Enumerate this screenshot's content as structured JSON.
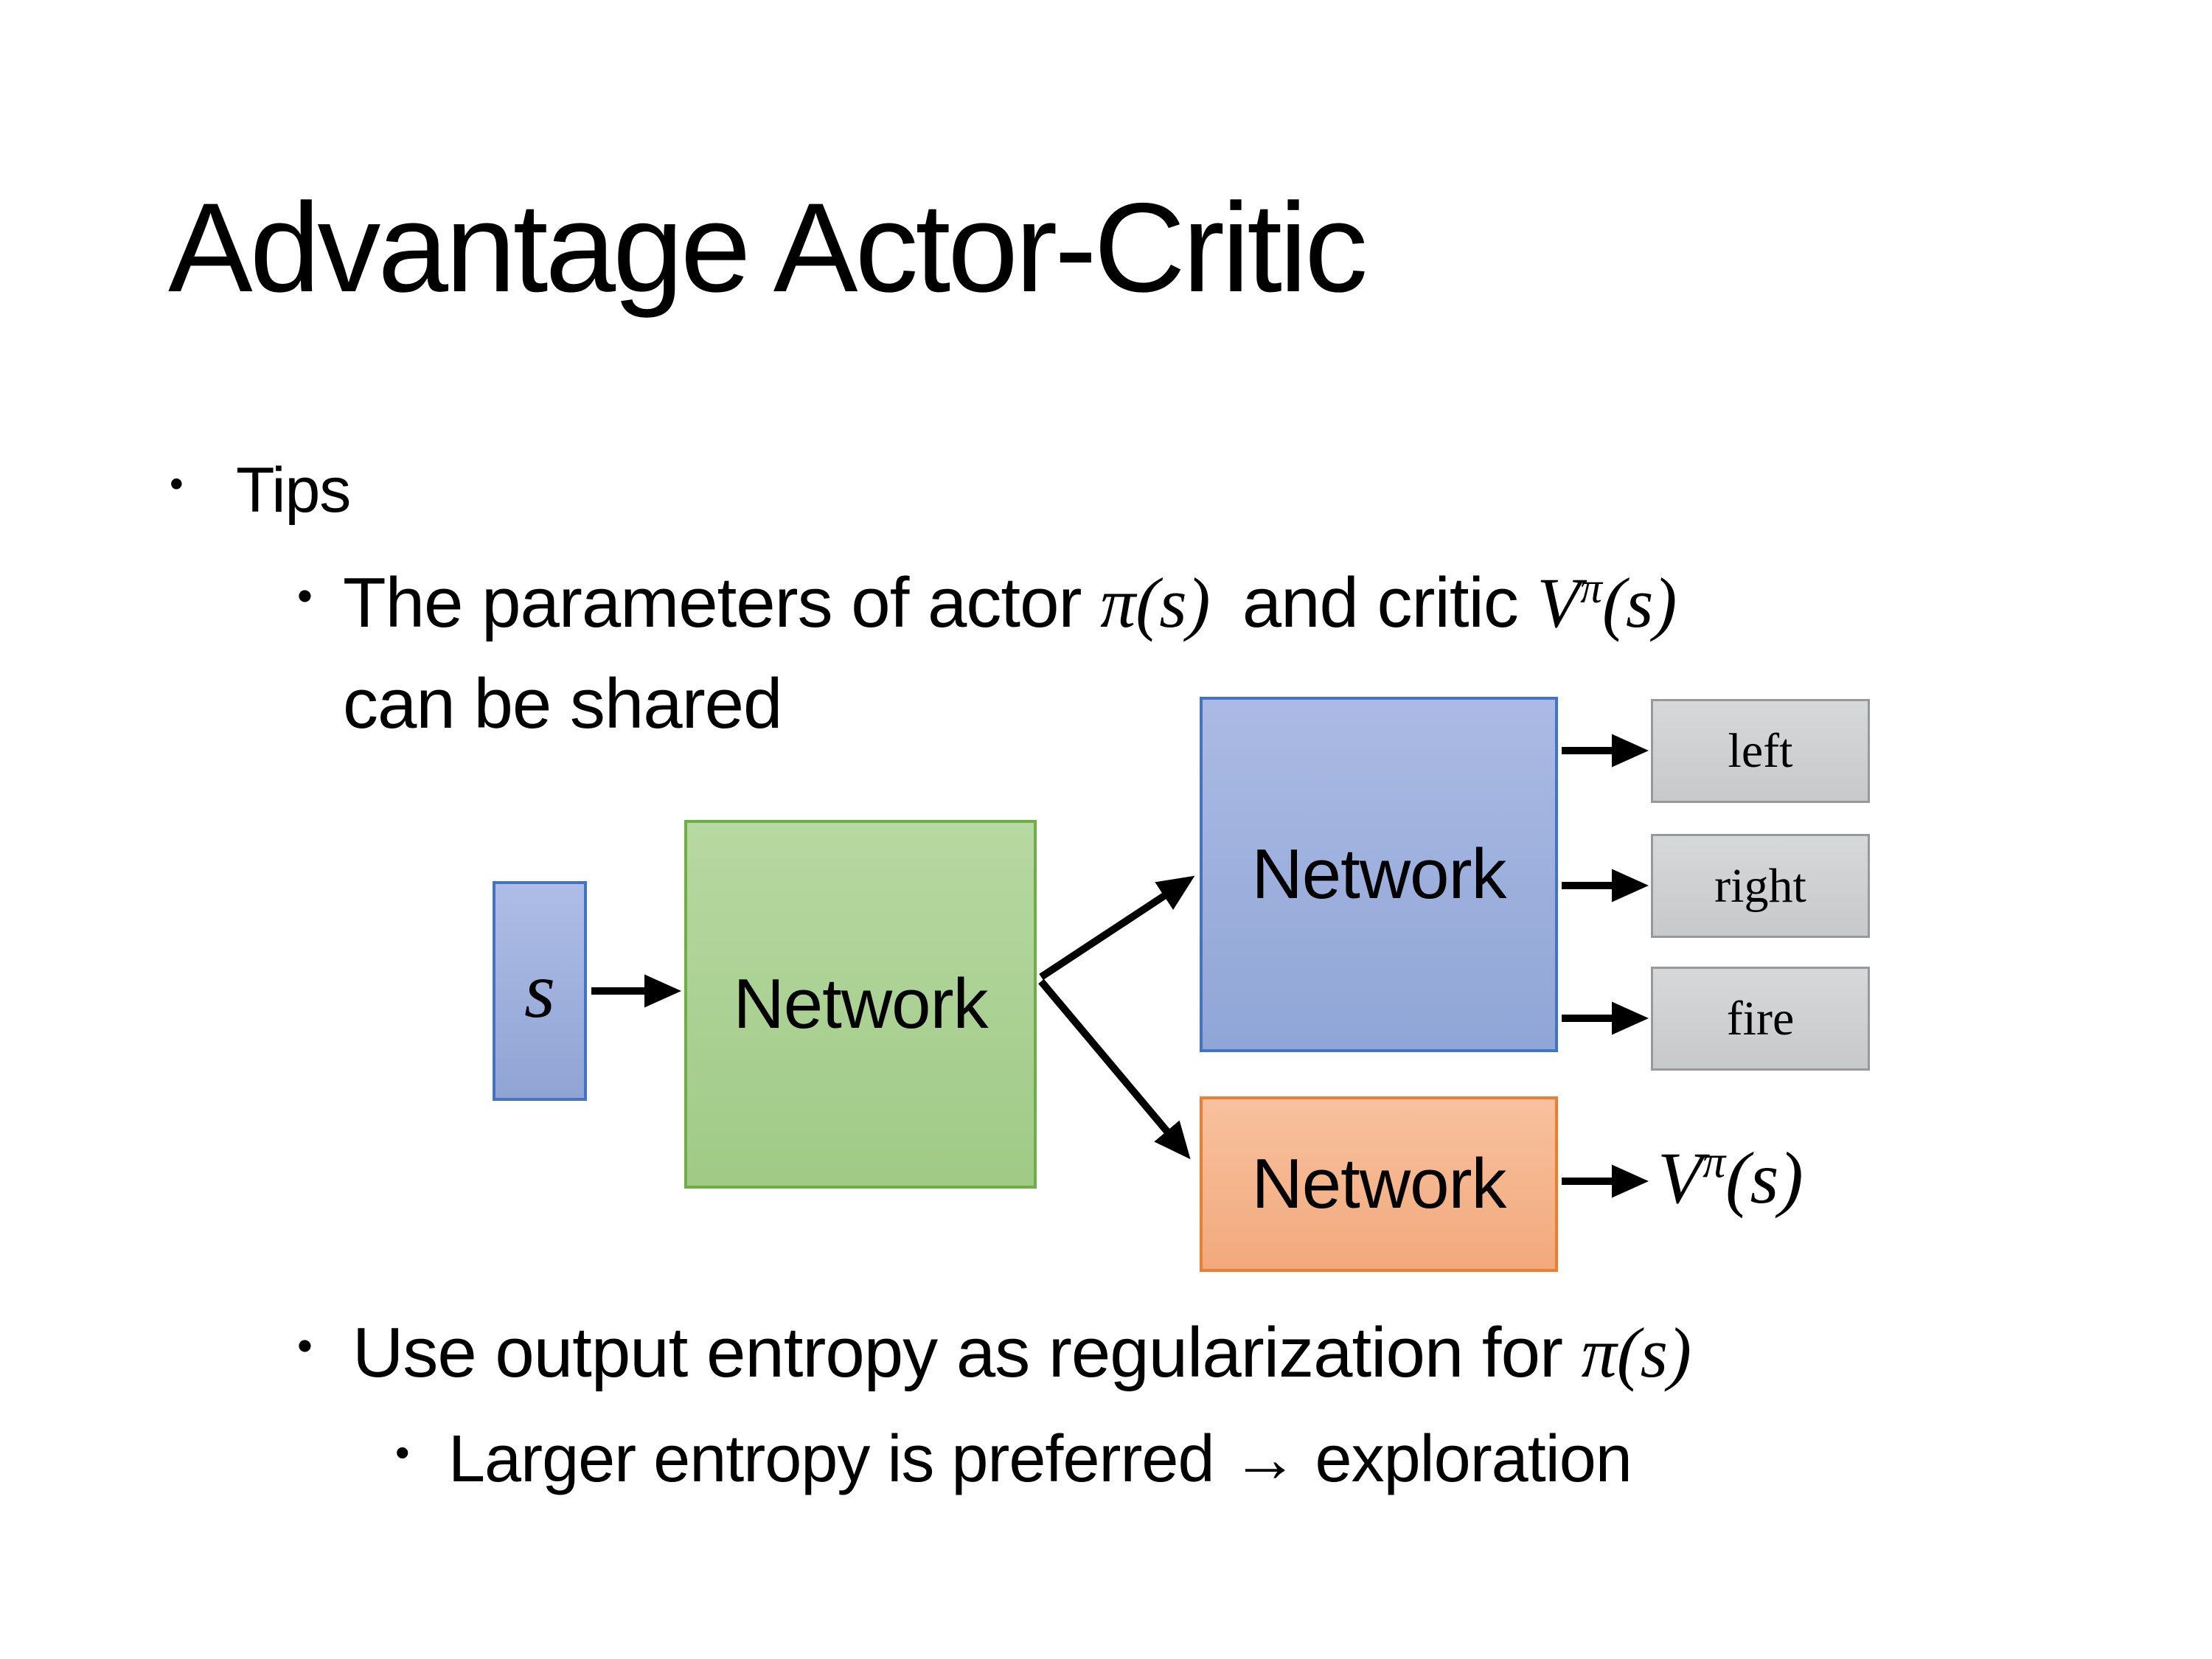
{
  "title": "Advantage Actor-Critic",
  "bullets": {
    "marker": "•",
    "tips": "Tips",
    "param": {
      "before": "The parameters of actor ",
      "actor_math": "π(s)",
      "mid": "and critic ",
      "critic_base": "V",
      "critic_sup": "π",
      "critic_args": "(s)",
      "line2": "can be shared"
    },
    "entropy": {
      "before": "Use output entropy as regularization for ",
      "math": "π(s)"
    },
    "larger": "Larger entropy is preferred → exploration"
  },
  "diagram": {
    "input_label": "s",
    "shared_network_label": "Network",
    "actor_network_label": "Network",
    "critic_network_label": "Network",
    "actions": [
      "left",
      "right",
      "fire"
    ],
    "critic_output": {
      "base": "V",
      "sup": "π",
      "args": "(s)"
    }
  },
  "colors": {
    "background": "#ffffff",
    "text": "#000000",
    "blue_fill": "#9fb0dd",
    "blue_border": "#4472c4",
    "green_fill": "#acd092",
    "green_border": "#70ad47",
    "orange_fill": "#f5b58b",
    "orange_border": "#ed7d31",
    "gray_fill": "#d0d1d3",
    "gray_border": "#98999b",
    "arrow": "#000000"
  }
}
